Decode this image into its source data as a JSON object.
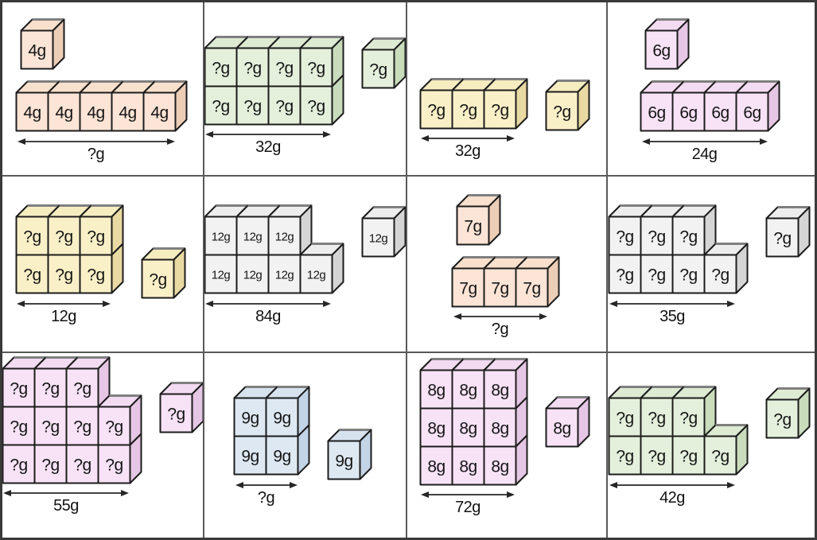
{
  "worksheet": {
    "description": "cube weight puzzles grid",
    "grid": {
      "rows": 3,
      "cols": 4,
      "line_color": "#595959",
      "outer_border_color": "#3a3a3a",
      "background": "#ffffff"
    },
    "color_schemes": {
      "peach": {
        "front": "#fce4d6",
        "side": "#eccdb6",
        "top": "#f8e0cd"
      },
      "green": {
        "front": "#e4f0dc",
        "side": "#c9dcbc",
        "top": "#ddebd3"
      },
      "yellow": {
        "front": "#faf0c8",
        "side": "#e9d9a2",
        "top": "#f5ecc0"
      },
      "pink": {
        "front": "#f7e2f6",
        "side": "#e5c6e4",
        "top": "#f3dbf2"
      },
      "gray": {
        "front": "#f2f2f2",
        "side": "#d5d5d5",
        "top": "#ededed"
      },
      "blue": {
        "front": "#dde8f2",
        "side": "#c4d4e7",
        "top": "#d6e2ee"
      }
    },
    "cells": [
      {
        "id": "cell-1",
        "scheme": "peach",
        "layout": "single-top",
        "single": "4g",
        "rows": [
          [
            "4g",
            "4g",
            "4g",
            "4g",
            "4g"
          ]
        ],
        "total_label": "?g"
      },
      {
        "id": "cell-2",
        "scheme": "green",
        "layout": "single-right",
        "single_align": "top",
        "single": "?g",
        "rows": [
          [
            "?g",
            "?g",
            "?g",
            "?g"
          ],
          [
            "?g",
            "?g",
            "?g",
            "?g"
          ]
        ],
        "total_label": "32g"
      },
      {
        "id": "cell-3",
        "scheme": "yellow",
        "layout": "single-right",
        "single_align": "top",
        "single": "?g",
        "rows": [
          [
            "?g",
            "?g",
            "?g"
          ]
        ],
        "total_label": "32g"
      },
      {
        "id": "cell-4",
        "scheme": "pink",
        "layout": "single-top",
        "single": "6g",
        "rows": [
          [
            "6g",
            "6g",
            "6g",
            "6g"
          ]
        ],
        "total_label": "24g"
      },
      {
        "id": "cell-5",
        "scheme": "yellow",
        "layout": "single-right",
        "single_align": "bottom",
        "single": "?g",
        "rows": [
          [
            "?g",
            "?g",
            "?g"
          ],
          [
            "?g",
            "?g",
            "?g"
          ]
        ],
        "total_label": "12g"
      },
      {
        "id": "cell-6",
        "scheme": "gray",
        "layout": "single-right",
        "single_align": "top",
        "single": "12g",
        "rows": [
          [
            "12g",
            "12g",
            "12g"
          ],
          [
            "12g",
            "12g",
            "12g",
            "12g"
          ]
        ],
        "total_label": "84g"
      },
      {
        "id": "cell-7",
        "scheme": "peach",
        "layout": "single-top",
        "single": "7g",
        "rows": [
          [
            "7g",
            "7g",
            "7g"
          ]
        ],
        "total_label": "?g"
      },
      {
        "id": "cell-8",
        "scheme": "gray",
        "layout": "single-right",
        "single_align": "top",
        "single": "?g",
        "rows": [
          [
            "?g",
            "?g",
            "?g"
          ],
          [
            "?g",
            "?g",
            "?g",
            "?g"
          ]
        ],
        "total_label": "35g"
      },
      {
        "id": "cell-9",
        "scheme": "pink",
        "layout": "single-right",
        "single_align": "upper-middle",
        "single": "?g",
        "rows": [
          [
            "?g",
            "?g",
            "?g"
          ],
          [
            "?g",
            "?g",
            "?g",
            "?g"
          ],
          [
            "?g",
            "?g",
            "?g",
            "?g"
          ]
        ],
        "total_label": "55g"
      },
      {
        "id": "cell-10",
        "scheme": "blue",
        "layout": "single-right",
        "single_align": "bottom",
        "single": "9g",
        "rows": [
          [
            "9g",
            "9g"
          ],
          [
            "9g",
            "9g"
          ]
        ],
        "total_label": "?g"
      },
      {
        "id": "cell-11",
        "scheme": "pink",
        "layout": "single-right",
        "single_align": "middle",
        "single": "8g",
        "rows": [
          [
            "8g",
            "8g",
            "8g"
          ],
          [
            "8g",
            "8g",
            "8g"
          ],
          [
            "8g",
            "8g",
            "8g"
          ]
        ],
        "total_label": "72g"
      },
      {
        "id": "cell-12",
        "scheme": "green",
        "layout": "single-right",
        "single_align": "top",
        "single": "?g",
        "rows": [
          [
            "?g",
            "?g",
            "?g"
          ],
          [
            "?g",
            "?g",
            "?g",
            "?g"
          ]
        ],
        "total_label": "42g"
      }
    ]
  }
}
